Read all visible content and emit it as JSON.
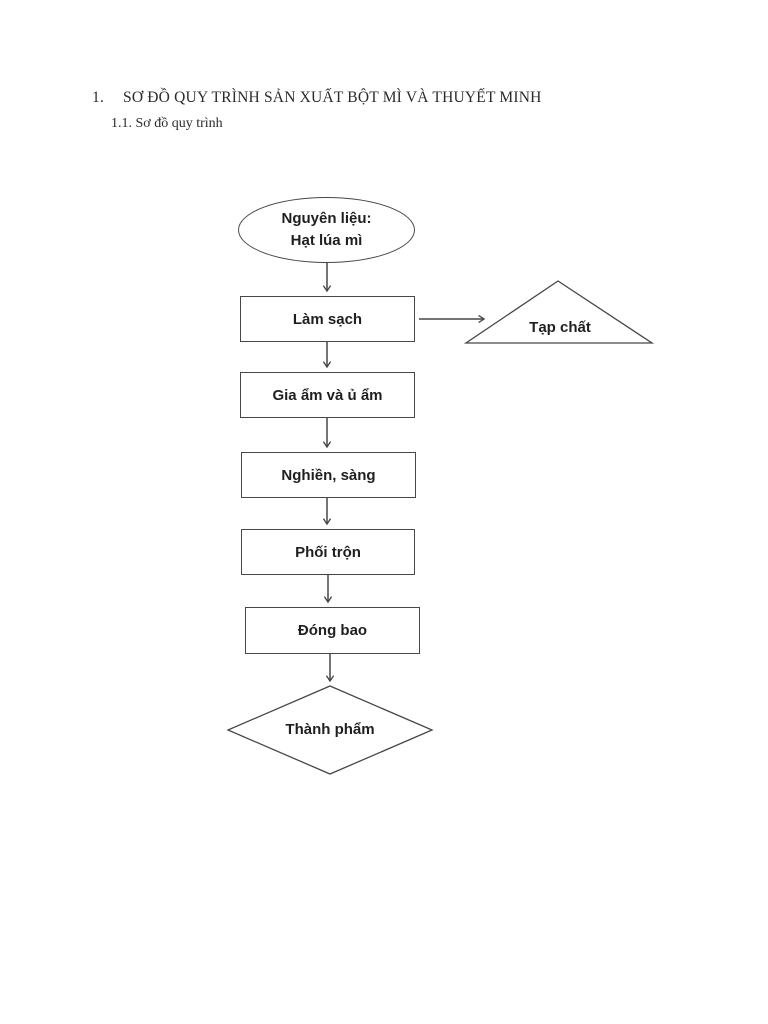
{
  "page": {
    "heading_number": "1.",
    "heading_title": "SƠ ĐỒ QUY TRÌNH SẢN XUẤT BỘT MÌ VÀ THUYẾT MINH",
    "subheading": "1.1. Sơ đồ quy trình"
  },
  "flowchart": {
    "nodes": [
      {
        "id": "nguyen-lieu",
        "shape": "ellipse",
        "label": "Nguyên liệu:\nHạt lúa mì"
      },
      {
        "id": "lam-sach",
        "shape": "rect",
        "label": "Làm sạch"
      },
      {
        "id": "tap-chat",
        "shape": "triangle",
        "label": "Tạp chất"
      },
      {
        "id": "gia-am-va-u-am",
        "shape": "rect",
        "label": "Gia ẩm và ủ ẩm"
      },
      {
        "id": "nghien-sang",
        "shape": "rect",
        "label": "Nghiền, sàng"
      },
      {
        "id": "phoi-tron",
        "shape": "rect",
        "label": "Phối trộn"
      },
      {
        "id": "dong-bao",
        "shape": "rect",
        "label": "Đóng bao"
      },
      {
        "id": "thanh-pham",
        "shape": "diamond",
        "label": "Thành phẩm"
      }
    ],
    "edges": [
      {
        "from": "nguyen-lieu",
        "to": "lam-sach"
      },
      {
        "from": "lam-sach",
        "to": "tap-chat"
      },
      {
        "from": "lam-sach",
        "to": "gia-am-va-u-am"
      },
      {
        "from": "gia-am-va-u-am",
        "to": "nghien-sang"
      },
      {
        "from": "nghien-sang",
        "to": "phoi-tron"
      },
      {
        "from": "phoi-tron",
        "to": "dong-bao"
      },
      {
        "from": "dong-bao",
        "to": "thanh-pham"
      }
    ],
    "colors": {
      "line": "#474747",
      "text": "#1f1f1f"
    }
  }
}
